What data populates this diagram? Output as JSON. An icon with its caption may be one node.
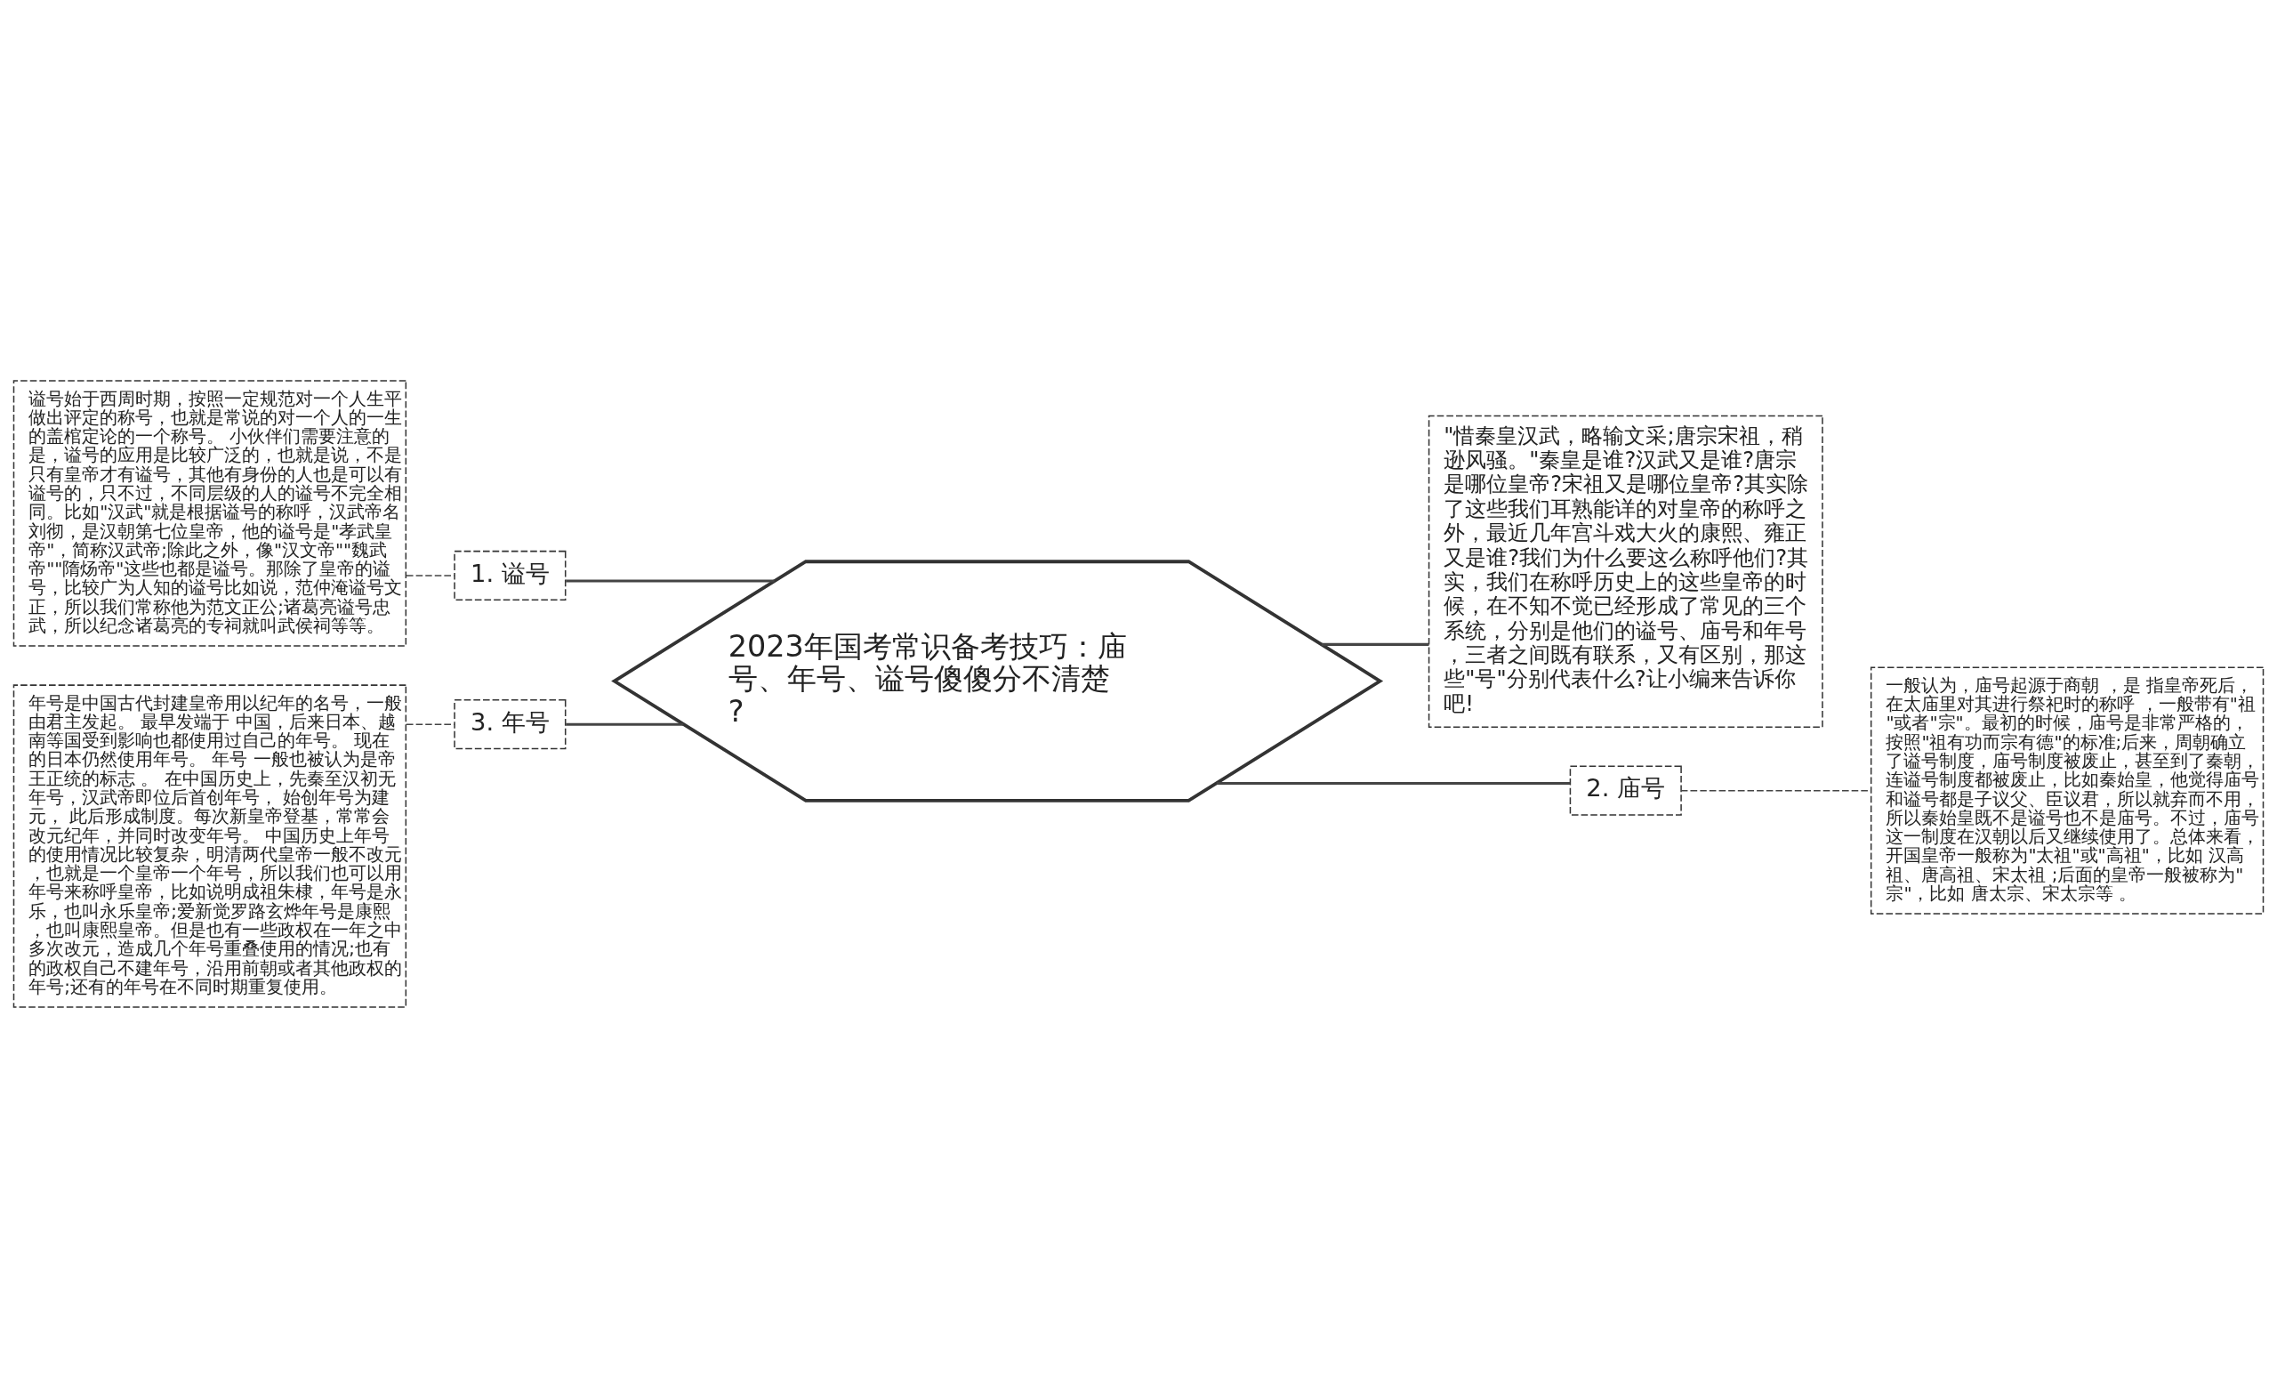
{
  "diagram": {
    "nodes": [
      {
        "text": [
          "2023年国考常识备考技巧：庙号、年号、谥号傻傻分不清楚?"
        ]
      },
      {
        "text": [
          "1. 谥号"
        ]
      },
      {
        "text": [
          "谥号始于西周时期，按照一定规范对一个人生平做出评定的称号，也就是常说的对一个人的一生的盖棺定论的一个称号。 小伙伴们需要注意的是，谥号的应用是比较广泛的，也就是说，不是只有皇帝才有谥号，其他有身份的人也是可以有谥号的，只不过，不同层级的人的谥号不完全相同。比如\"汉武\"就是根据谥号的称呼，汉武帝名刘彻，是汉朝第七位皇帝，他的谥号是\"孝武皇帝\"，简称汉武帝;除此之外，像\"汉文帝\"\"魏武帝\"\"隋炀帝\"这些也都是谥号。那除了皇帝的谥号，比较广为人知的谥号比如说，范仲淹谥号文正，所以我们常称他为范文正公;诸葛亮谥号忠武，所以纪念诸葛亮的专祠就叫武侯祠等等。"
        ]
      },
      {
        "text": [
          "3. 年号"
        ]
      },
      {
        "text": [
          "年号是中国古代封建皇帝用以纪年的名号，一般由君主发起。 最早发端于 中国，后来日本、越南等国受到影响也都使用过自己的年号。 现在的日本仍然使用年号。 年号 一般也被认为是帝王正统的标志 。 在中国历史上，先秦至汉初无年号，汉武帝即位后首创年号， 始创年号为建元， 此后形成制度。每次新皇帝登基，常常会改元纪年，并同时改变年号。 中国历史上年号的使用情况比较复杂，明清两代皇帝一般不改元，也就是一个皇帝一个年号，所以我们也可以用年号来称呼皇帝，比如说明成祖朱棣，年号是永乐，也叫永乐皇帝;爱新觉罗路玄烨年号是康熙，也叫康熙皇帝。但是也有一些政权在一年之中多次改元，造成几个年号重叠使用的情况;也有的政权自己不建年号，沿用前朝或者其他政权的年号;还有的年号在不同时期重复使用。"
        ]
      },
      {
        "text": [
          "\"惜秦皇汉武，略输文采;唐宗宋祖，稍逊风骚。\"秦皇是谁?汉武又是谁?唐宗是哪位皇帝?宋祖又是哪位皇帝?其实除了这些我们耳熟能详的对皇帝的称呼之外，最近几年宫斗戏大火的康熙、雍正又是谁?我们为什么要这么称呼他们?其实，我们在称呼历史上的这些皇帝的时候，在不知不觉已经形成了常见的三个系统，分别是他们的谥号、庙号和年号，三者之间既有联系，又有区别，那这些\"号\"分别代表什么?让小编来告诉你吧!"
        ]
      },
      {
        "text": [
          "2. 庙号"
        ]
      },
      {
        "text": [
          "一般认为，庙号起源于商朝 ，是 指皇帝死后，在太庙里对其进行祭祀时的称呼 ，一般带有\"祖\"或者\"宗\"。最初的时候，庙号是非常严格的，按照\"祖有功而宗有德\"的标准;后来，周朝确立了谥号制度，庙号制度被废止，甚至到了秦朝，连谥号制度都被废止，比如秦始皇，他觉得庙号和谥号都是子议父、臣议君，所以就弃而不用，所以秦始皇既不是谥号也不是庙号。不过，庙号这一制度在汉朝以后又继续使用了。总体来看，开国皇帝一般称为\"太祖\"或\"高祖\"，比如 汉高祖、唐高祖、宋太祖 ;后面的皇帝一般被称为\"宗\"，比如 唐太宗、宋太宗等 。"
        ]
      }
    ],
    "edges": [
      {
        "from": 0,
        "to": 1,
        "arrow": "none"
      },
      {
        "from": 1,
        "to": 2,
        "arrow": "none",
        "style": "dashed"
      },
      {
        "from": 0,
        "to": 3,
        "arrow": "none"
      },
      {
        "from": 3,
        "to": 4,
        "arrow": "none",
        "style": "dashed"
      },
      {
        "from": 0,
        "to": 5,
        "arrow": "none"
      },
      {
        "from": 0,
        "to": 6,
        "arrow": "none"
      },
      {
        "from": 6,
        "to": 7,
        "arrow": "none",
        "style": "dashed"
      }
    ]
  }
}
